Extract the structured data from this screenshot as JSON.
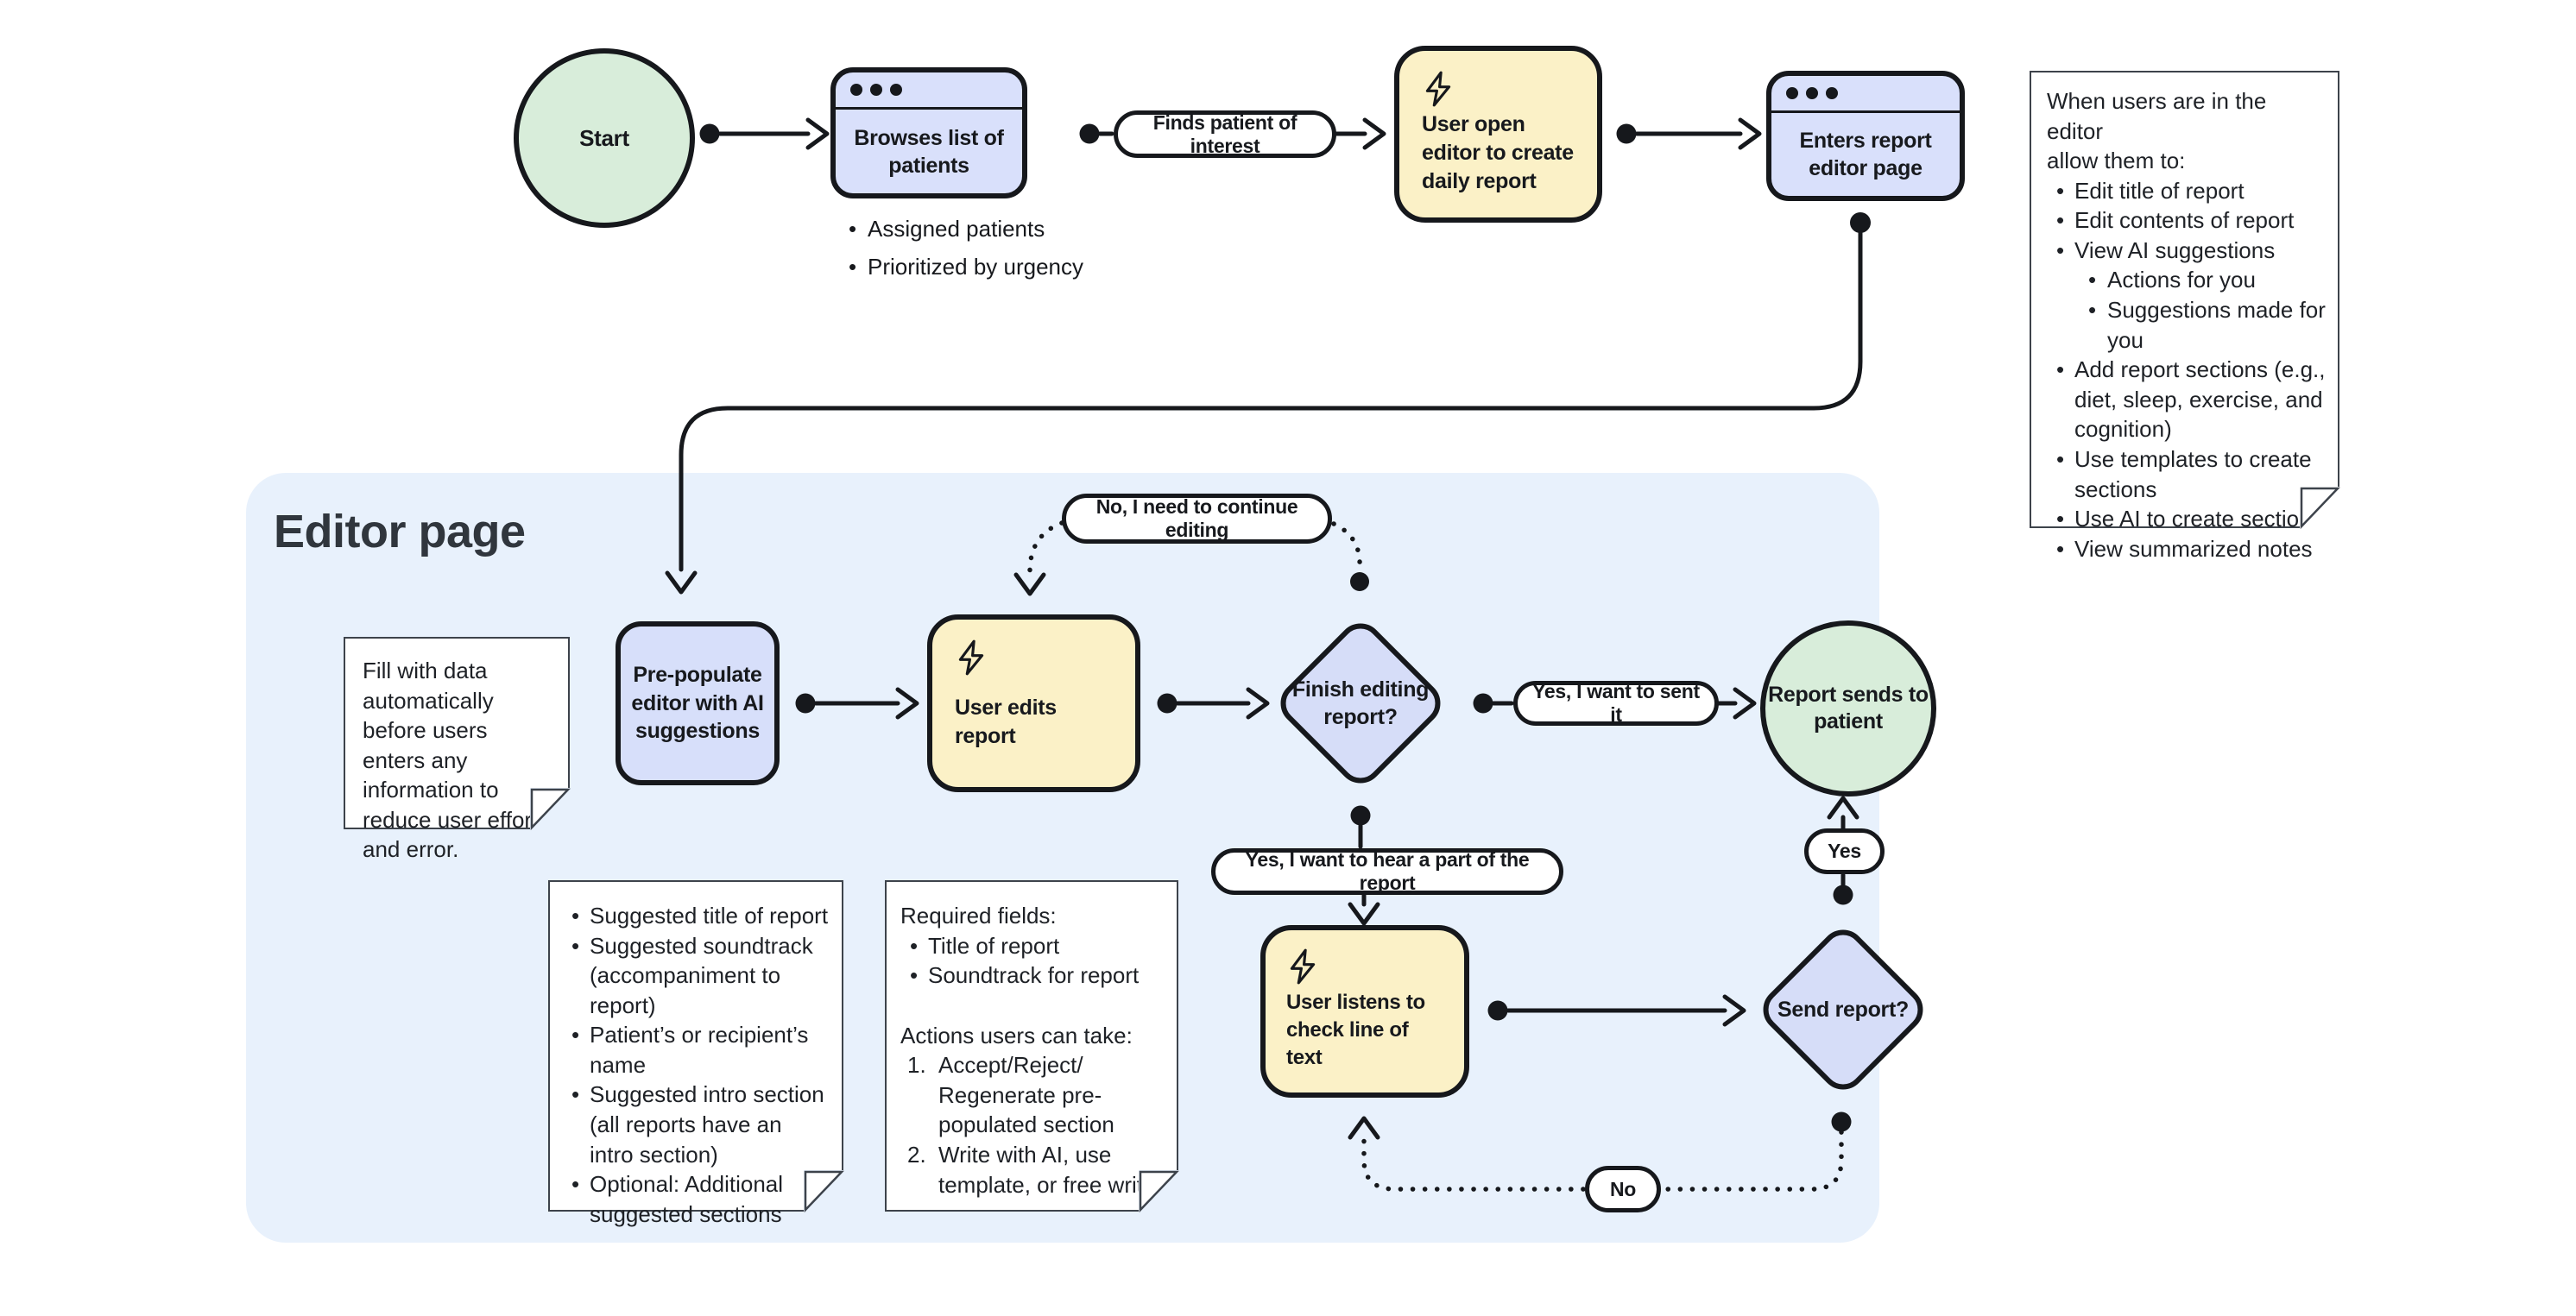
{
  "colors": {
    "panel_bg": "#e8f1fc",
    "card_blue": "#d7dffa",
    "card_yellow": "#fbf1c7",
    "circle_green": "#d8edda",
    "diamond_blue": "#d6ddf8",
    "stroke": "#16181c",
    "note_bg": "#ffffff"
  },
  "top_flow": {
    "start": "Start",
    "browse_title": "Browses list of patients",
    "browse_bullets": [
      "Assigned patients",
      "Prioritized by urgency"
    ],
    "finds_pill": "Finds patient of interest",
    "open_editor": "User open editor to create daily report",
    "enters_title": "Enters report editor page"
  },
  "allow_note": {
    "intro": "When users are in the editor\nallow them to:",
    "items": [
      "Edit title of report",
      "Edit contents of report",
      "View AI suggestions",
      "Add report sections (e.g., diet, sleep, exercise, and cognition)",
      "Use templates to create sections",
      "Use AI to create sections",
      "View summarized notes"
    ],
    "ai_subitems": [
      "Actions for you",
      "Suggestions made for you"
    ]
  },
  "editor": {
    "title": "Editor page",
    "fill_note": "Fill with data automatically before users enters any information to reduce user effort and error.",
    "prepopulate": "Pre-populate editor with AI suggestions",
    "user_edits": "User edits report",
    "finish_q": "Finish editing report?",
    "no_continue": "No, I need to continue editing",
    "yes_send": "Yes, I want to sent it",
    "report_sends": "Report sends to patient",
    "hear_part": "Yes, I want to hear a part of the report",
    "user_listens": "User listens to check line of text",
    "send_q": "Send report?",
    "yes": "Yes",
    "no": "No",
    "suggestions_note": [
      "Suggested title of report",
      "Suggested soundtrack (accompaniment to report)",
      "Patient’s or recipient’s name",
      "Suggested intro section (all reports have an intro section)",
      "Optional: Additional suggested sections"
    ],
    "required_note": {
      "heading": "Required fields:",
      "fields": [
        "Title of report",
        "Soundtrack for report"
      ],
      "actions_heading": "Actions users can take:",
      "actions": [
        "Accept/Reject/\nRegenerate pre-populated section",
        "Write with AI, use template, or free write"
      ]
    }
  }
}
